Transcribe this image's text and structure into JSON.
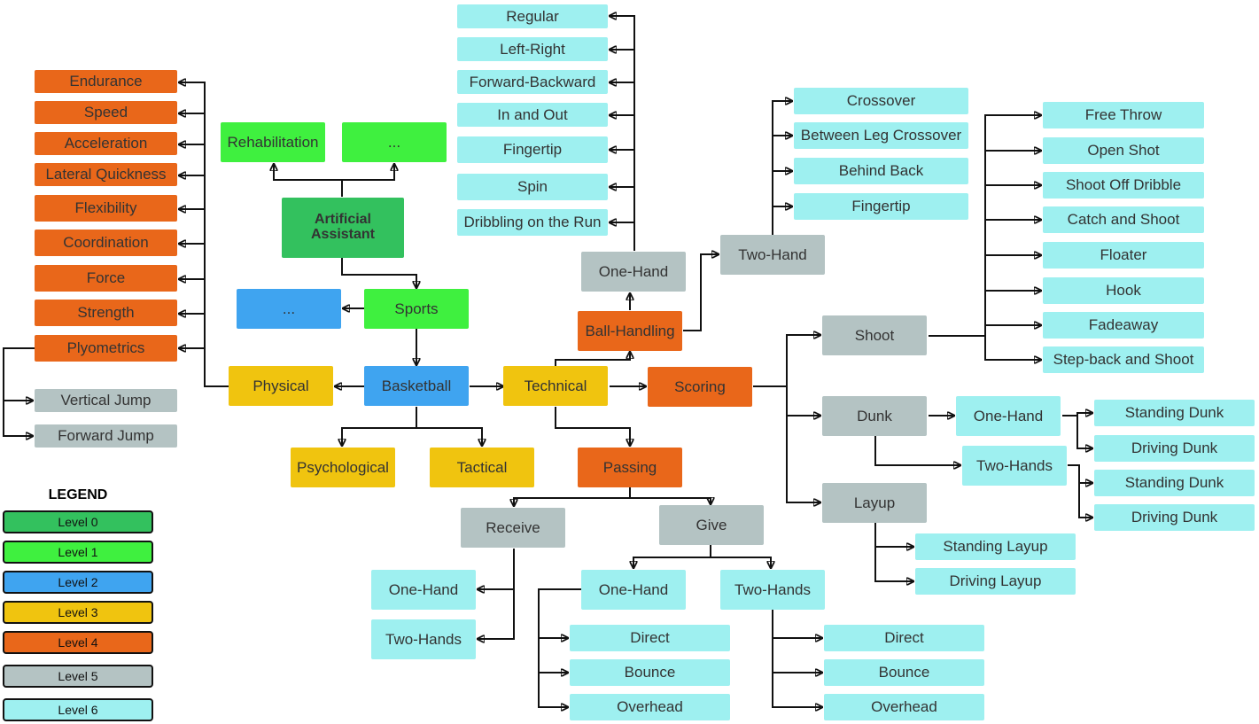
{
  "colors": {
    "level0": "#33c15e",
    "level1": "#3ff03f",
    "level2": "#3fa4f0",
    "level3": "#f0c40f",
    "level4": "#e9671a",
    "level5": "#b4c3c3",
    "level6": "#9ef0f0"
  },
  "nodes": {
    "artificial_assistant": "Artificial Assistant",
    "rehabilitation": "Rehabilitation",
    "ellipsis_l1": "...",
    "sports": "Sports",
    "ellipsis_l2": "...",
    "basketball": "Basketball",
    "physical": "Physical",
    "psychological": "Psychological",
    "tactical": "Tactical",
    "technical": "Technical",
    "endurance": "Endurance",
    "speed": "Speed",
    "acceleration": "Acceleration",
    "lateral_quickness": "Lateral Quickness",
    "flexibility": "Flexibility",
    "coordination": "Coordination",
    "force": "Force",
    "strength": "Strength",
    "plyometrics": "Plyometrics",
    "vertical_jump": "Vertical Jump",
    "forward_jump": "Forward Jump",
    "ball_handling": "Ball-Handling",
    "one_hand_bh": "One-Hand",
    "two_hand_bh": "Two-Hand",
    "regular": "Regular",
    "left_right": "Left-Right",
    "forward_backward": "Forward-Backward",
    "in_and_out": "In and Out",
    "fingertip_1": "Fingertip",
    "spin": "Spin",
    "dribbling_on_run": "Dribbling on the Run",
    "crossover": "Crossover",
    "between_leg_crossover": "Between Leg Crossover",
    "behind_back": "Behind Back",
    "fingertip_2": "Fingertip",
    "scoring": "Scoring",
    "shoot": "Shoot",
    "free_throw": "Free Throw",
    "open_shot": "Open Shot",
    "shoot_off_dribble": "Shoot Off Dribble",
    "catch_and_shoot": "Catch and Shoot",
    "floater": "Floater",
    "hook": "Hook",
    "fadeaway": "Fadeaway",
    "step_back_and_shoot": "Step-back and Shoot",
    "dunk": "Dunk",
    "one_hand_dunk": "One-Hand",
    "two_hands_dunk": "Two-Hands",
    "standing_dunk_1": "Standing Dunk",
    "driving_dunk_1": "Driving Dunk",
    "standing_dunk_2": "Standing Dunk",
    "driving_dunk_2": "Driving Dunk",
    "layup": "Layup",
    "standing_layup": "Standing Layup",
    "driving_layup": "Driving Layup",
    "passing": "Passing",
    "receive": "Receive",
    "give": "Give",
    "one_hand_receive": "One-Hand",
    "two_hands_receive": "Two-Hands",
    "one_hand_give": "One-Hand",
    "two_hands_give": "Two-Hands",
    "direct_1": "Direct",
    "bounce_1": "Bounce",
    "overhead_1": "Overhead",
    "direct_2": "Direct",
    "bounce_2": "Bounce",
    "overhead_2": "Overhead"
  },
  "legend": {
    "title": "LEGEND",
    "items": [
      "Level 0",
      "Level 1",
      "Level 2",
      "Level 3",
      "Level 4",
      "Level 5",
      "Level 6"
    ]
  }
}
